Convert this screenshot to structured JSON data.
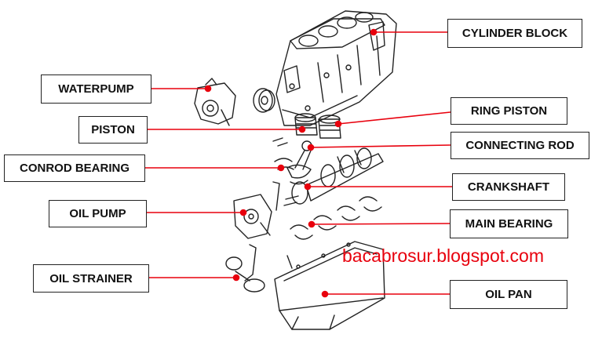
{
  "labels": {
    "cylinder_block": "CYLINDER BLOCK",
    "waterpump": "WATERPUMP",
    "ring_piston": "RING PISTON",
    "piston": "PISTON",
    "connecting_rod": "CONNECTING ROD",
    "conrod_bearing": "CONROD BEARING",
    "crankshaft": "CRANKSHAFT",
    "oil_pump": "OIL PUMP",
    "main_bearing": "MAIN BEARING",
    "oil_strainer": "OIL STRAINER",
    "oil_pan": "OIL PAN"
  },
  "watermark": "bacabrosur.blogspot.com",
  "colors": {
    "leader": "#e8000d",
    "ink": "#222222",
    "box_border": "#222222"
  }
}
